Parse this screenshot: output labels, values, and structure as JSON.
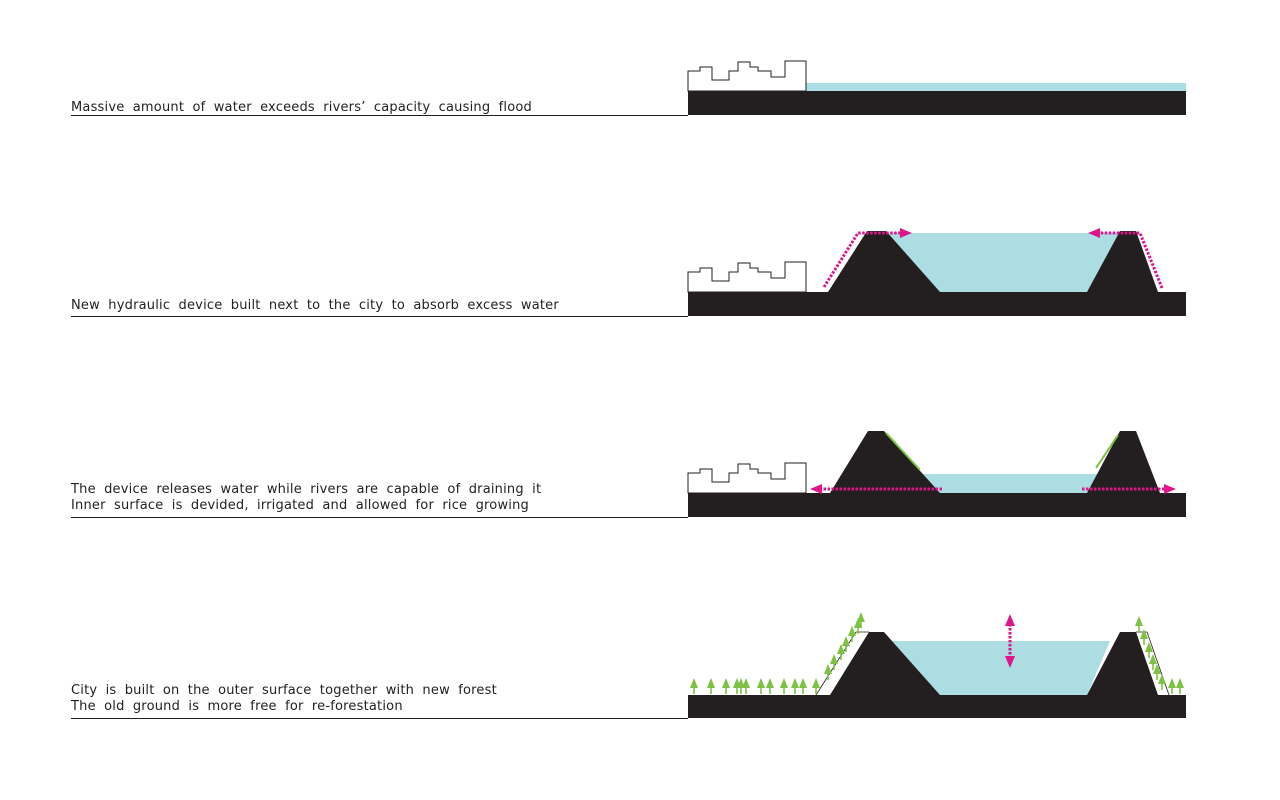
{
  "colors": {
    "ground": "#231f20",
    "water": "#acdde3",
    "flow_arrow": "#e0158a",
    "forest": "#7dc242"
  },
  "stages": [
    {
      "lines": [
        "Massive amount of water exceeds rivers’ capacity causing flood"
      ]
    },
    {
      "lines": [
        "New hydraulic device built next to the city to absorb excess water"
      ]
    },
    {
      "lines": [
        "The device releases water while rivers are capable of draining it",
        "Inner surface is devided, irrigated and allowed for rice growing"
      ]
    },
    {
      "lines": [
        "City is built on the outer surface together with new forest",
        "The old ground is more free for re-forestation"
      ]
    }
  ]
}
